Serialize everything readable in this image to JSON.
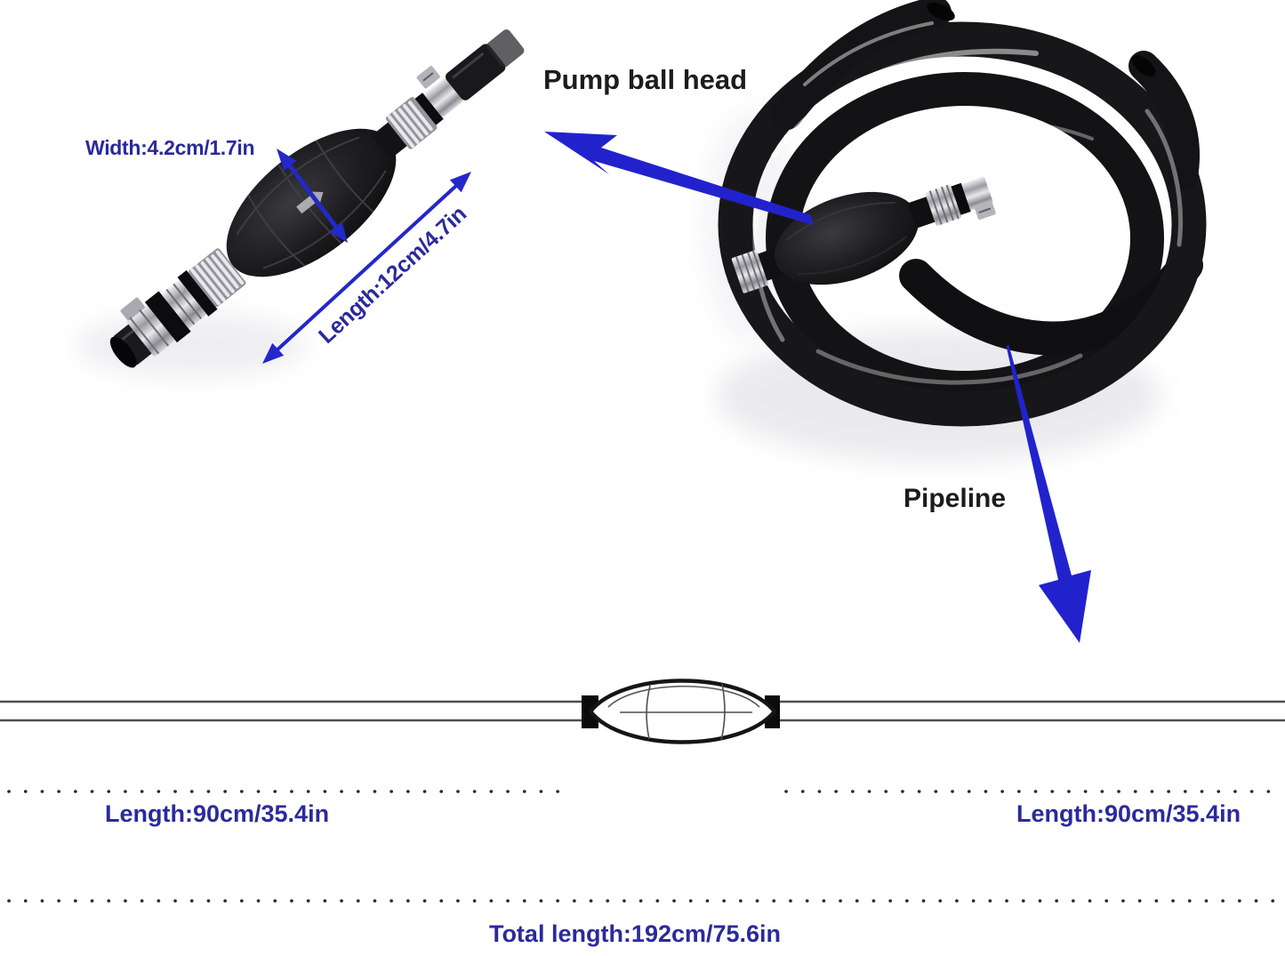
{
  "colors": {
    "label_navy": "#2a2a9c",
    "arrow_blue": "#2222cd",
    "dimension_arrow_blue": "#2328c8",
    "callout_text": "#1c1c1c",
    "hose_black": "#141416",
    "schematic_line": "#4e4e52"
  },
  "bulb_photo_annotations": {
    "width_label": "Width:4.2cm/1.7in",
    "length_label": "Length:12cm/4.7in"
  },
  "callouts": {
    "pump_ball_head": "Pump ball head",
    "pipeline": "Pipeline"
  },
  "schematic": {
    "left_segment_length": "Length:90cm/35.4in",
    "right_segment_length": "Length:90cm/35.4in",
    "total_length": "Total length:192cm/75.6in"
  }
}
